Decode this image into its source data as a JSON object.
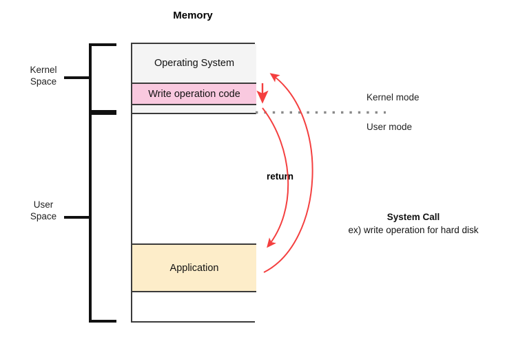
{
  "diagram": {
    "title": "Memory",
    "memory_segments": [
      {
        "id": "operating-system",
        "label": "Operating System",
        "fill": "#f4f4f4"
      },
      {
        "id": "write-operation-code",
        "label": "Write operation code",
        "fill": "#f9c9df"
      },
      {
        "id": "gap-strip",
        "label": "",
        "fill": "#f4f4f4"
      },
      {
        "id": "free-space",
        "label": "",
        "fill": "#ffffff"
      },
      {
        "id": "application",
        "label": "Application",
        "fill": "#fdedc9"
      },
      {
        "id": "bottom-space",
        "label": "",
        "fill": "#ffffff"
      }
    ],
    "braces": [
      {
        "id": "kernel-space",
        "label_line1": "Kernel",
        "label_line2": "Space"
      },
      {
        "id": "user-space",
        "label_line1": "User",
        "label_line2": "Space"
      }
    ],
    "mode_labels": {
      "kernel_mode": "Kernel mode",
      "user_mode": "User mode"
    },
    "annotations": {
      "return": "return",
      "system_call_title": "System Call",
      "system_call_example": "ex) write operation for hard disk"
    },
    "colors": {
      "arrow_red": "#f43f3f",
      "divider_gray": "#8a8a8a",
      "border_dark": "#3a3a3a",
      "pink": "#f9c9df",
      "cream": "#fdedc9",
      "light_gray": "#f4f4f4"
    }
  }
}
